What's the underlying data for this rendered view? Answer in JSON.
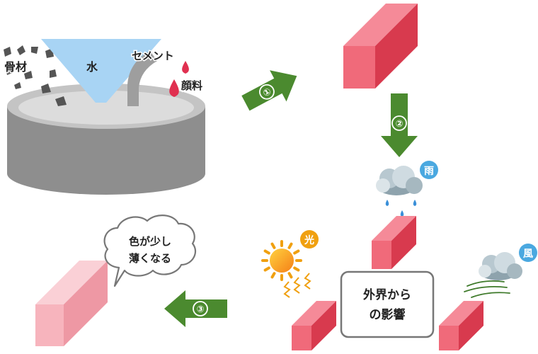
{
  "mixer": {
    "water_label": "水",
    "aggregate_label": "骨材",
    "cement_label": "セメント",
    "pigment_label": "顔料"
  },
  "steps": {
    "step1": "①",
    "step2": "②",
    "step3": "③"
  },
  "weather": {
    "rain": "雨",
    "light": "光",
    "wind": "風"
  },
  "center_box": {
    "line1": "外界から",
    "line2": "の影響"
  },
  "bubble": {
    "line1": "色が少し",
    "line2": "薄くなる"
  },
  "colors": {
    "brick_front": "#f06a7a",
    "brick_top": "#f58a98",
    "brick_side": "#d83a4e",
    "faded_front": "#f7b4bd",
    "faded_top": "#fad0d6",
    "faded_side": "#ee98a4",
    "arrow_green": "#4b8a2f",
    "water_blue": "#aad4f2",
    "mixer_gray": "#a8a8a8",
    "badge_rain": "#4aa8e0",
    "badge_light": "#f0a010",
    "badge_wind": "#4aa8e0"
  }
}
